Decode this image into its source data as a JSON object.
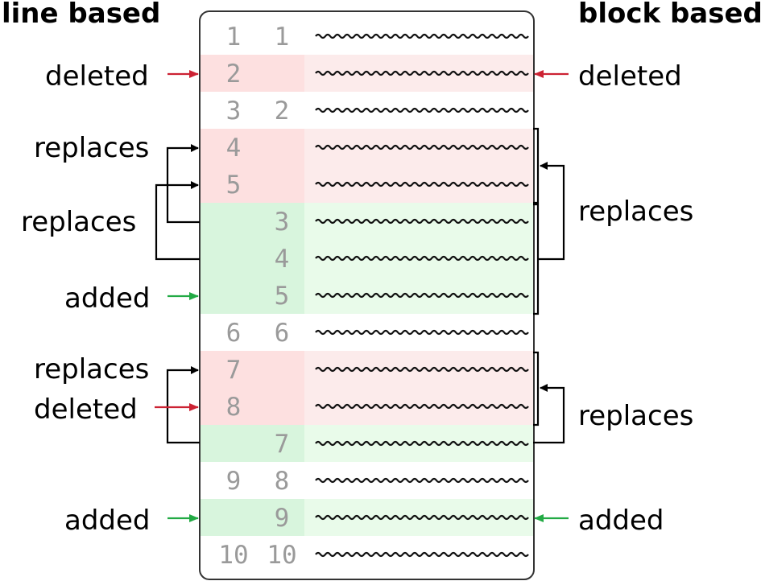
{
  "titles": {
    "left": "line based",
    "right": "block based"
  },
  "colors": {
    "deleted_row": "#fde0e0",
    "deleted_row_text": "#fcebeb",
    "added_row": "#d8f5dd",
    "added_row_text": "#e9fbea",
    "deleted_arrow": "#cc2233",
    "added_arrow": "#22aa44",
    "neutral_arrow": "#000000",
    "line_number": "#9a9a9a"
  },
  "rows": [
    {
      "old": "1",
      "new": "1",
      "kind": "same"
    },
    {
      "old": "2",
      "new": "",
      "kind": "deleted"
    },
    {
      "old": "3",
      "new": "2",
      "kind": "same"
    },
    {
      "old": "4",
      "new": "",
      "kind": "deleted"
    },
    {
      "old": "5",
      "new": "",
      "kind": "deleted"
    },
    {
      "old": "",
      "new": "3",
      "kind": "added"
    },
    {
      "old": "",
      "new": "4",
      "kind": "added"
    },
    {
      "old": "",
      "new": "5",
      "kind": "added"
    },
    {
      "old": "6",
      "new": "6",
      "kind": "same"
    },
    {
      "old": "7",
      "new": "",
      "kind": "deleted"
    },
    {
      "old": "8",
      "new": "",
      "kind": "deleted"
    },
    {
      "old": "",
      "new": "7",
      "kind": "added"
    },
    {
      "old": "9",
      "new": "8",
      "kind": "same"
    },
    {
      "old": "",
      "new": "9",
      "kind": "added"
    },
    {
      "old": "10",
      "new": "10",
      "kind": "same"
    }
  ],
  "left_annotations": {
    "deleted_1": "deleted",
    "replaces_1": "replaces",
    "replaces_2": "replaces",
    "added_1": "added",
    "replaces_3": "replaces",
    "deleted_2": "deleted",
    "added_2": "added"
  },
  "right_annotations": {
    "deleted_1": "deleted",
    "replaces_1": "replaces",
    "replaces_2": "replaces",
    "added_1": "added"
  }
}
